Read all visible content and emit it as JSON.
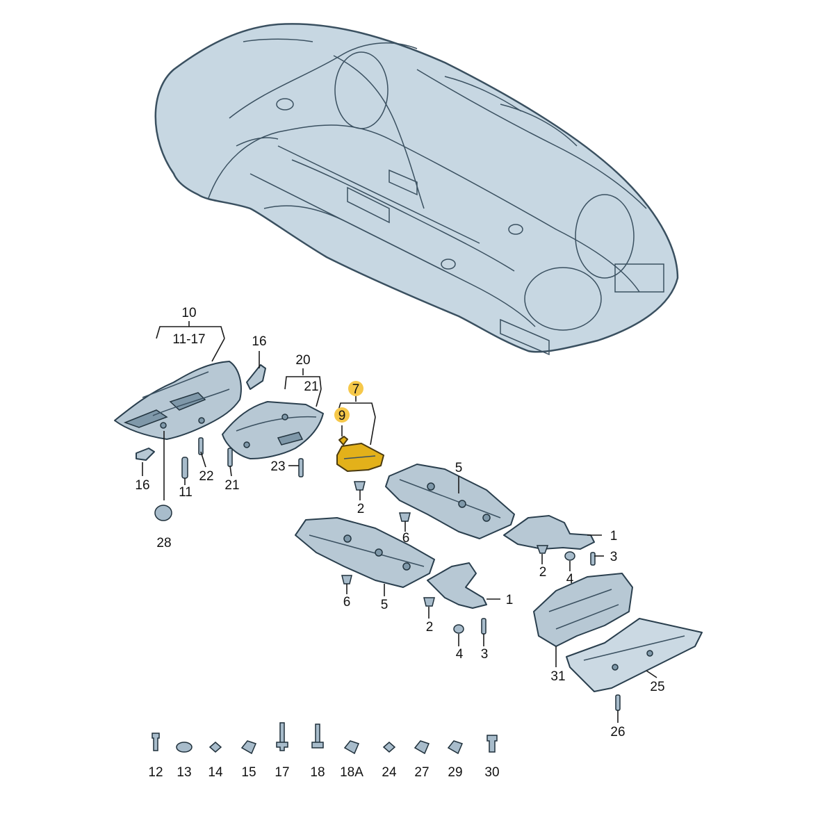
{
  "colors": {
    "body": "#c7d7e2",
    "panel": "#b7c8d4",
    "outline": "#2a3f4e",
    "highlight": "#e3b11a",
    "callout_highlight": "#f6c84a"
  },
  "callouts": {
    "c10": "10",
    "c11_17": "11-17",
    "c16a": "16",
    "c16b": "16",
    "c11": "11",
    "c22": "22",
    "c21a": "21",
    "c28": "28",
    "c20": "20",
    "c21b": "21",
    "c23": "23",
    "c7": "7",
    "c9": "9",
    "c2a": "2",
    "c5a": "5",
    "c6a": "6",
    "c1a": "1",
    "c3a": "3",
    "c2b": "2",
    "c4a": "4",
    "c6b": "6",
    "c5b": "5",
    "c1b": "1",
    "c2c": "2",
    "c4b": "4",
    "c3b": "3",
    "c31": "31",
    "c25": "25",
    "c26": "26"
  },
  "fasteners": [
    "12",
    "13",
    "14",
    "15",
    "17",
    "18",
    "18A",
    "24",
    "27",
    "29",
    "30"
  ]
}
